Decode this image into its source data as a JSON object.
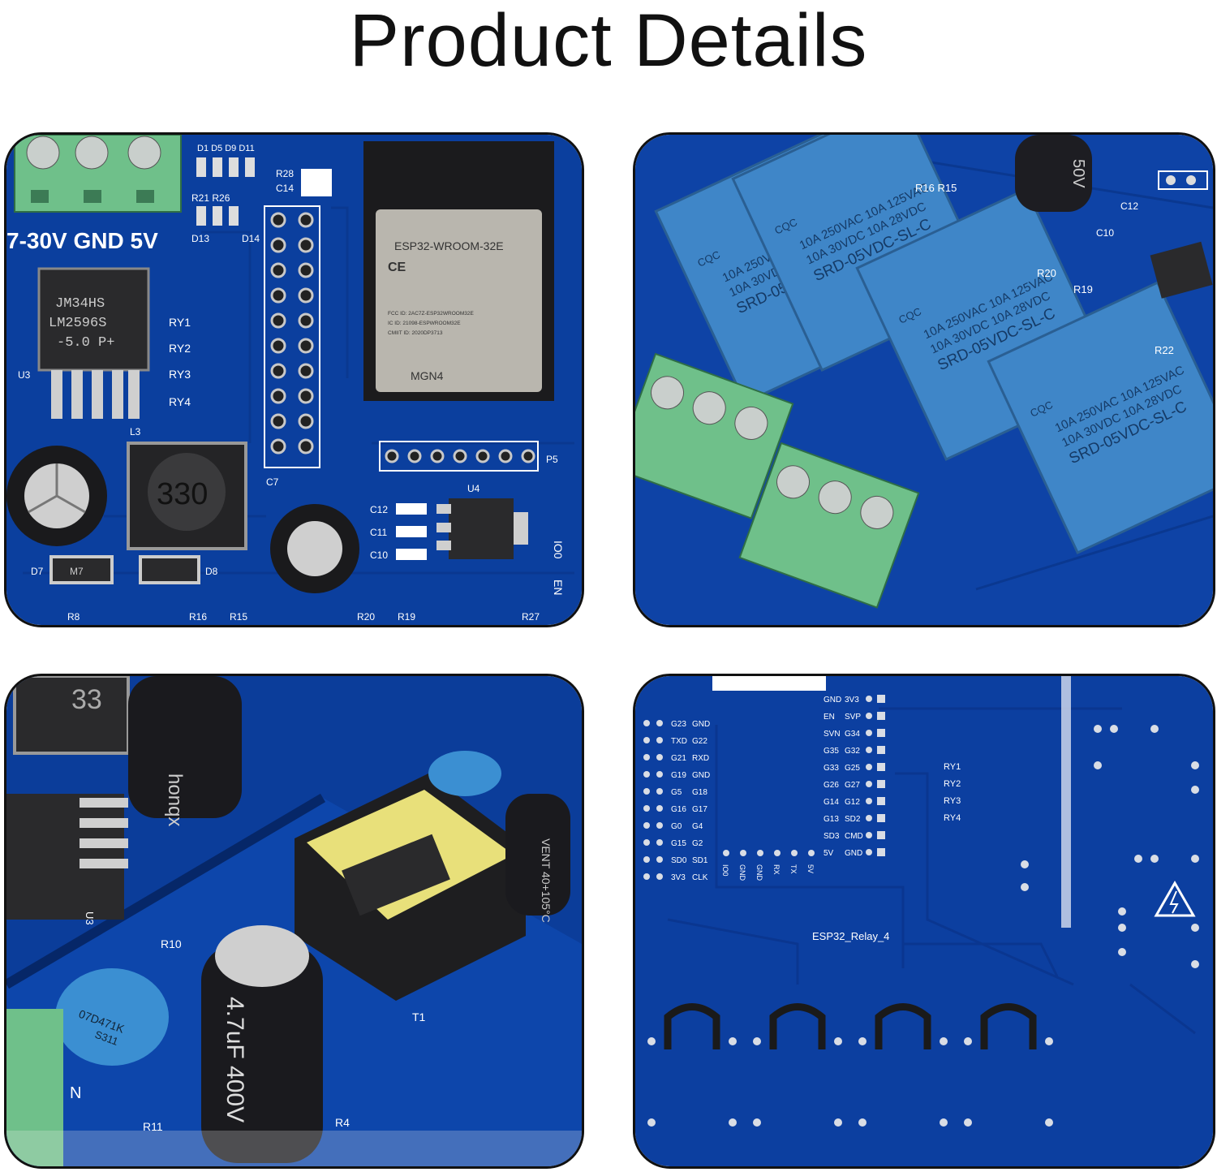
{
  "header": {
    "title": "Product Details"
  },
  "panel_top_left": {
    "terminal_label": "7-30V GND 5V",
    "regulator_line1": "JM34HS",
    "regulator_line2": "LM2596S",
    "regulator_line3": "-5.0   P+",
    "module_name": "ESP32-WROOM-32E",
    "module_fcc": "FCC ID: 2AC7Z-ESP32WROOM32E",
    "module_ic": "IC ID: 21098-ESPWROOM32E",
    "module_cmiit": "CMIIT ID: 2020DP3713",
    "module_code": "MGN4",
    "inductor_value": "330",
    "ry1": "RY1",
    "ry2": "RY2",
    "ry3": "RY3",
    "ry4": "RY4",
    "u3": "U3",
    "u4": "U4",
    "l3": "L3",
    "c7": "C7",
    "p5": "P5",
    "c12": "C12",
    "c11": "C11",
    "c10": "C10",
    "c14": "C14",
    "r28": "R28",
    "d7": "D7",
    "d8": "D8",
    "m7": "M7",
    "r21r26": "R21 R26",
    "diodes": "D1 D5 D9 D11",
    "d13": "D13",
    "d14": "D14",
    "io0": "IO0",
    "en": "EN",
    "r8": "R8",
    "r16": "R16",
    "r15": "R15",
    "r20": "R20",
    "r19": "R19",
    "r27": "R27"
  },
  "panel_top_right": {
    "relay_line1": "10A 250VAC  10A 125VAC",
    "relay_line2": "10A 30VDC  10A 28VDC",
    "relay_model": "SRD-05VDC-SL-C",
    "cqc": "CQC",
    "r16_r15": "R16  R15",
    "r20": "R20",
    "r19": "R19",
    "r22": "R22",
    "c12": "C12",
    "c10": "C10",
    "cap": "50V"
  },
  "panel_bottom_left": {
    "cap_large": "4.7uF 400V",
    "cap_small": "VENT 40+105°C",
    "cap_brand": "honqx",
    "varistor_line1": "07D471K",
    "varistor_line2": "S311",
    "r10": "R10",
    "r11": "R11",
    "r4": "R4",
    "t1": "T1",
    "n": "N",
    "u3": "U3",
    "inductor_value": "33"
  },
  "panel_bottom_right": {
    "pins_left": [
      [
        "G23",
        "GND"
      ],
      [
        "TXD",
        "G22"
      ],
      [
        "G21",
        "RXD"
      ],
      [
        "G19",
        "GND"
      ],
      [
        "G5",
        "G18"
      ],
      [
        "G16",
        "G17"
      ],
      [
        "G0",
        "G4"
      ],
      [
        "G15",
        "G2"
      ],
      [
        "SD0",
        "SD1"
      ],
      [
        "3V3",
        "CLK"
      ]
    ],
    "pins_right": [
      [
        "GND",
        "3V3"
      ],
      [
        "EN",
        "SVP"
      ],
      [
        "SVN",
        "G34"
      ],
      [
        "G35",
        "G32"
      ],
      [
        "G33",
        "G25"
      ],
      [
        "G26",
        "G27"
      ],
      [
        "G14",
        "G12"
      ],
      [
        "G13",
        "SD2"
      ],
      [
        "SD3",
        "CMD"
      ],
      [
        "5V",
        "GND"
      ]
    ],
    "header_pins": [
      "IO0",
      "GND",
      "GND",
      "RX",
      "TX",
      "5V"
    ],
    "relays": [
      "RY1",
      "RY2",
      "RY3",
      "RY4"
    ],
    "board_name": "ESP32_Relay_4"
  },
  "colors": {
    "pcb_blue": "#0b3f9e",
    "pcb_dark": "#08307a",
    "silk": "#ffffff",
    "relay_blue": "#3f86c8",
    "terminal_green": "#6fc08a",
    "module_silver": "#b9b6ae"
  }
}
